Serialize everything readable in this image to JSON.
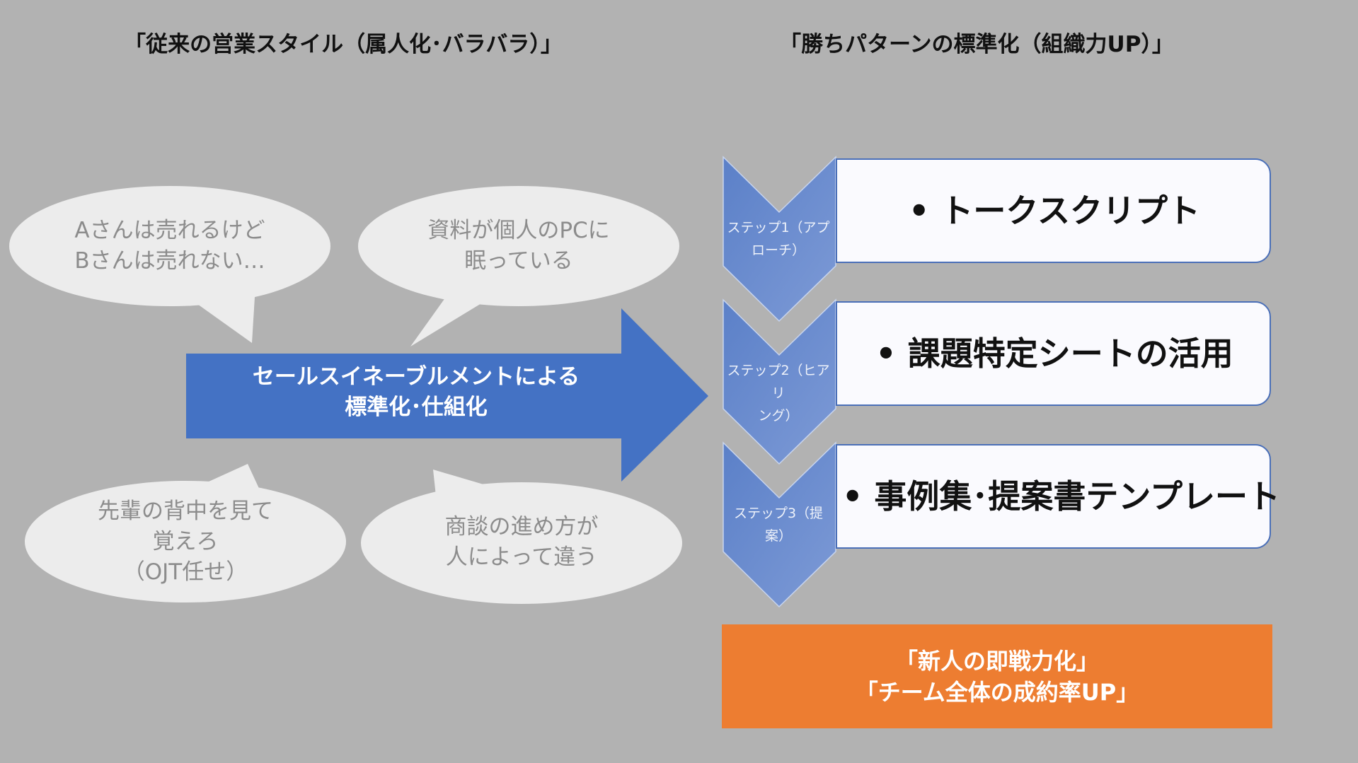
{
  "headings": {
    "left": "「従来の営業スタイル（属人化･バラバラ）」",
    "right": "「勝ちパターンの標準化（組織力UP）」"
  },
  "bubbles": [
    {
      "lines": [
        "Aさんは売れるけど",
        "Bさんは売れない…"
      ]
    },
    {
      "lines": [
        "資料が個人のPCに",
        "眠っている"
      ]
    },
    {
      "lines": [
        "先輩の背中を見て",
        "覚えろ",
        "（OJT任せ）"
      ]
    },
    {
      "lines": [
        "商談の進め方が",
        "人によって違う"
      ]
    }
  ],
  "arrow": {
    "line1": "セールスイネーブルメントによる",
    "line2": "標準化･仕組化"
  },
  "steps": [
    {
      "label_line1": "ステップ1（アプ",
      "label_line2": "ローチ）",
      "item": "• トークスクリプト"
    },
    {
      "label_line1": "ステップ2（ヒアリ",
      "label_line2": "ング）",
      "item": "• 課題特定シートの活用"
    },
    {
      "label_line1": "ステップ3（提",
      "label_line2": "案）",
      "item": "• 事例集･提案書テンプレート"
    }
  ],
  "result": {
    "line1": "「新人の即戦力化」",
    "line2": "「チーム全体の成約率UP」"
  },
  "colors": {
    "background": "#b2b2b2",
    "arrow": "#4472c4",
    "chevron": "#6f8fcf",
    "bubble": "#ececec",
    "result": "#ed7d31"
  }
}
